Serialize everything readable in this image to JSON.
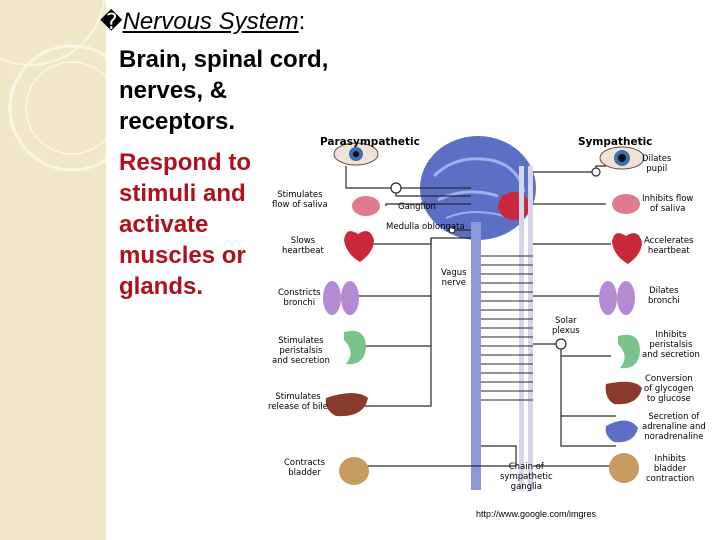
{
  "slide": {
    "bullet": "�",
    "title": "Nervous System",
    "colon": ":",
    "body_black": [
      "Brain, spinal cord,",
      "nerves, &",
      "receptors."
    ],
    "body_red": [
      "Respond to",
      "stimuli and",
      "activate",
      "muscles or",
      "glands."
    ],
    "colors": {
      "red_text": "#b0101d",
      "sidebar": "#f1e8c9"
    }
  },
  "diagram": {
    "headings": {
      "left": "Parasympathetic",
      "right": "Sympathetic"
    },
    "center_labels": {
      "ganglion": "Ganglion",
      "medulla": "Medulla oblongata",
      "vagus": [
        "Vagus",
        "nerve"
      ],
      "solar": [
        "Solar",
        "plexus"
      ],
      "chain": [
        "Chain of",
        "sympathetic",
        "ganglia"
      ]
    },
    "left_labels": [
      [
        "Stimulates",
        "flow of saliva"
      ],
      [
        "Slows",
        "heartbeat"
      ],
      [
        "Constricts",
        "bronchi"
      ],
      [
        "Stimulates",
        "peristalsis",
        "and secretion"
      ],
      [
        "Stimulates",
        "release of bile"
      ],
      [
        "Contracts",
        "bladder"
      ]
    ],
    "right_labels": [
      [
        "Dilates",
        "pupil"
      ],
      [
        "Inhibits flow",
        "of saliva"
      ],
      [
        "Accelerates",
        "heartbeat"
      ],
      [
        "Dilates",
        "bronchi"
      ],
      [
        "Inhibits",
        "peristalsis",
        "and secretion"
      ],
      [
        "Conversion",
        "of glycogen",
        "to glucose"
      ],
      [
        "Secretion of",
        "adrenaline and",
        "noradrenaline"
      ],
      [
        "Inhibits",
        "bladder",
        "contraction"
      ]
    ],
    "icons": [
      "eye-icon",
      "salivary-gland-icon",
      "heart-icon",
      "lungs-icon",
      "stomach-icon",
      "liver-icon",
      "adrenal-gland-icon",
      "bladder-icon",
      "brain-icon",
      "spinal-cord-icon"
    ],
    "colors": {
      "brain": "#5b6fc4",
      "cord": "#8d98d6",
      "nerve": "#2a2a2a",
      "heart": "#c8283a",
      "lung": "#b48ad2",
      "stomach": "#79c48c",
      "liver": "#8a3a2a",
      "bladder": "#c89a60",
      "gland": "#e07a8e"
    }
  },
  "credit": "http://www.google.com/imgres"
}
